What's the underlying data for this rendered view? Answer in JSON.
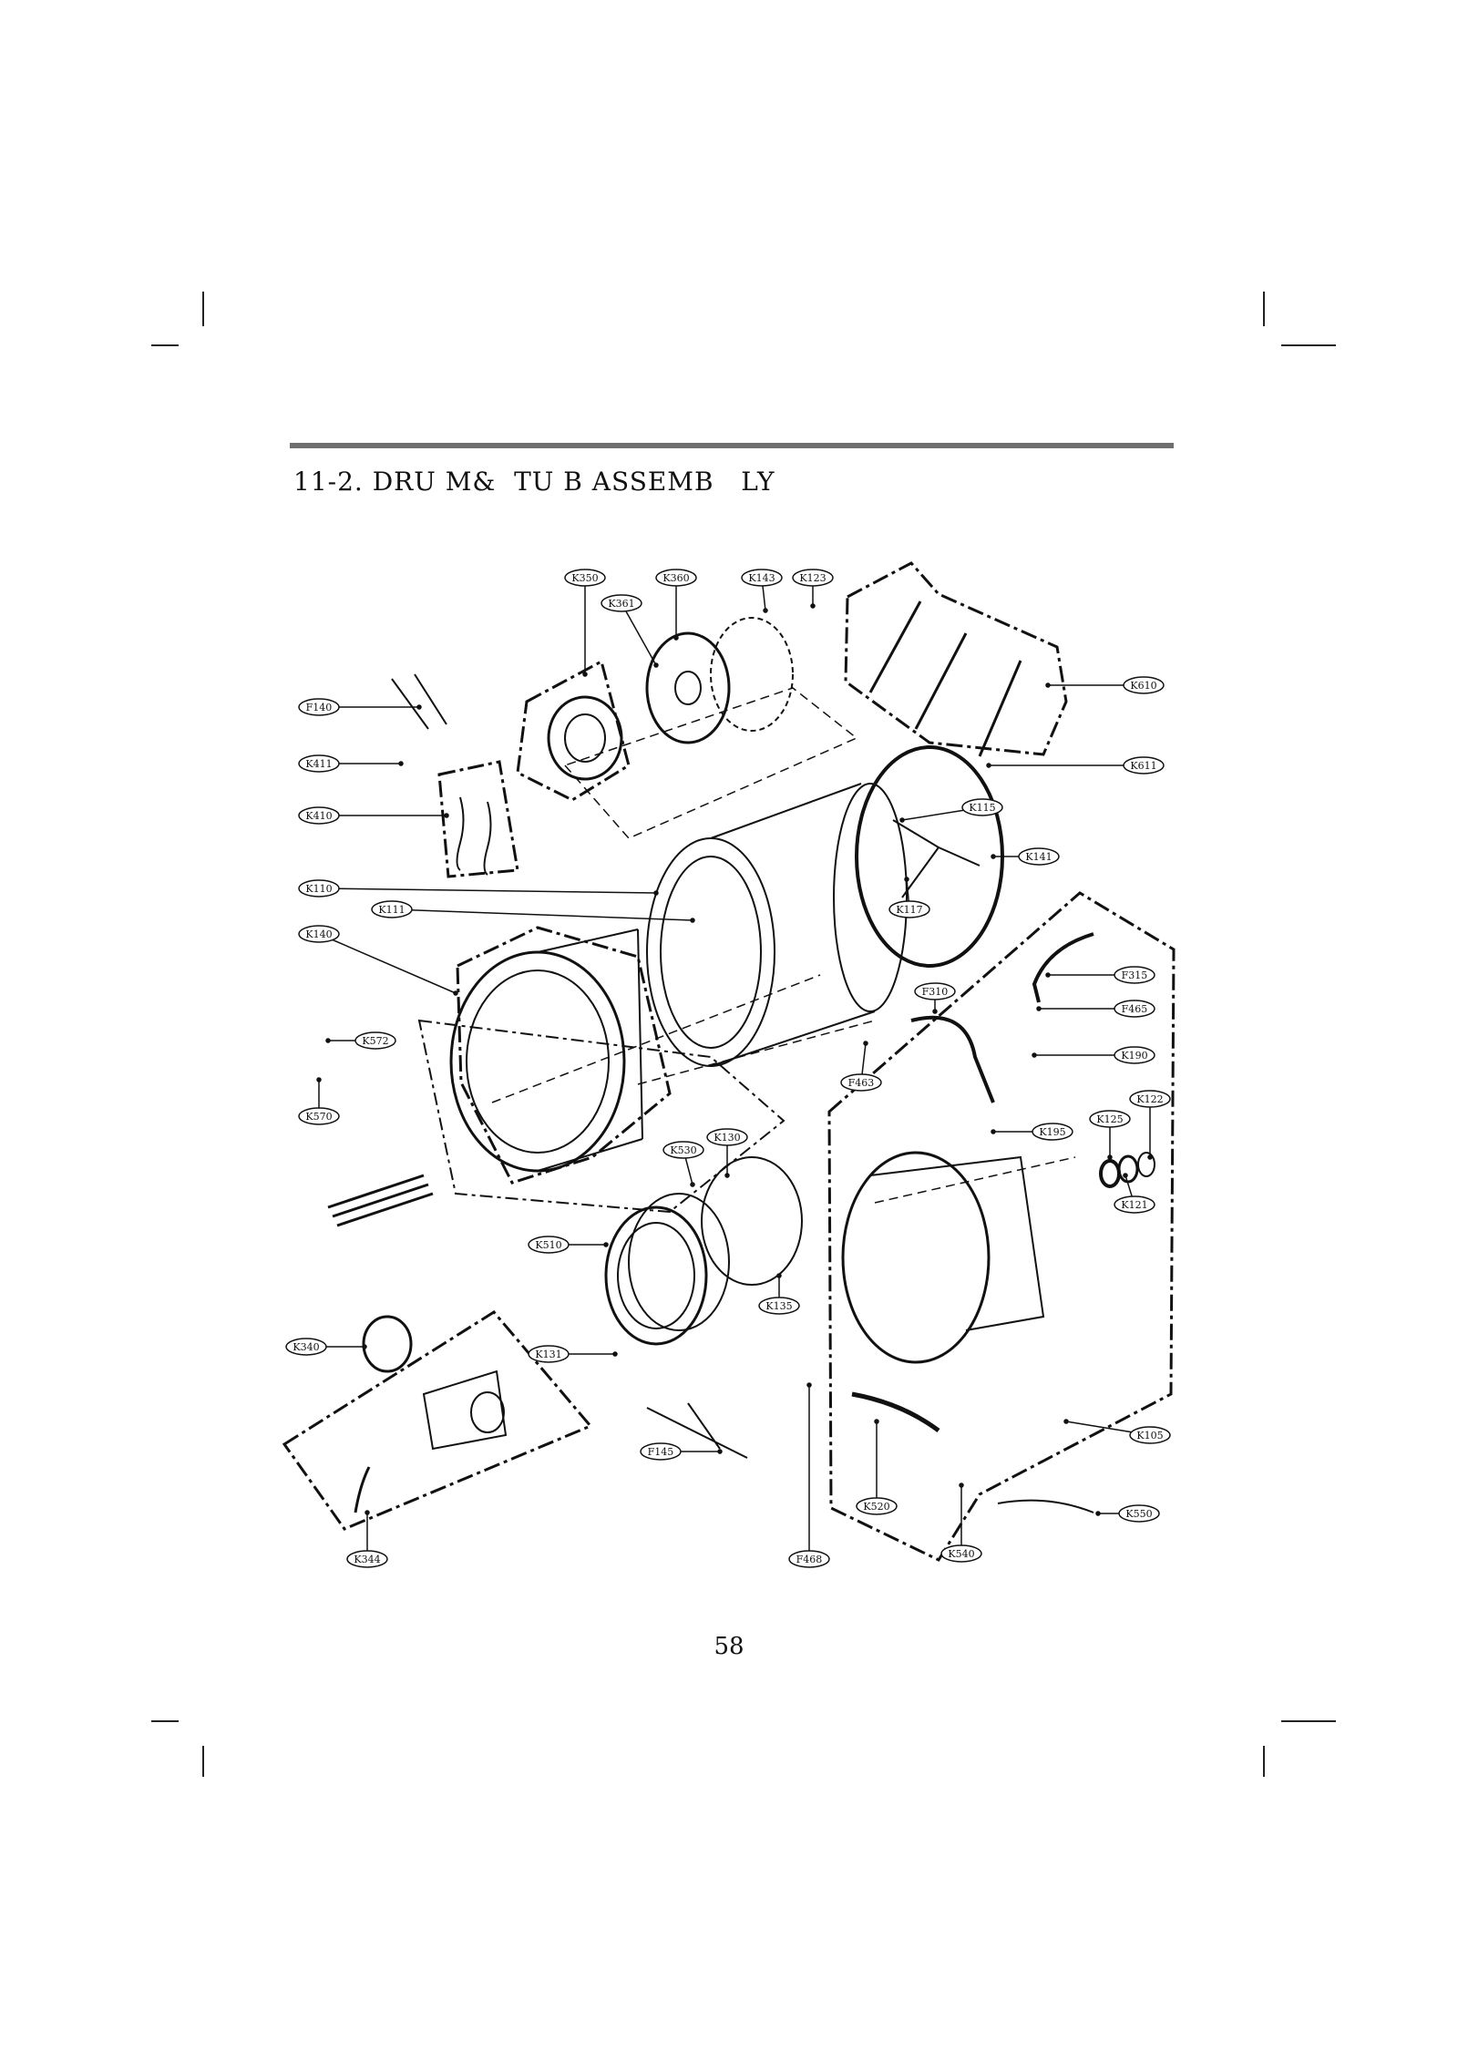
{
  "page": {
    "title": "11-2. DRU M&  TU B ASSEMB   LY",
    "page_number": "58"
  },
  "colors": {
    "ink": "#111111",
    "rule": "#6e6e6e"
  },
  "callouts": [
    {
      "id": "k350",
      "label": "K350"
    },
    {
      "id": "k360",
      "label": "K360"
    },
    {
      "id": "k143",
      "label": "K143"
    },
    {
      "id": "k123",
      "label": "K123"
    },
    {
      "id": "k361",
      "label": "K361"
    },
    {
      "id": "k610",
      "label": "K610"
    },
    {
      "id": "f140",
      "label": "F140"
    },
    {
      "id": "k611",
      "label": "K611"
    },
    {
      "id": "k411",
      "label": "K411"
    },
    {
      "id": "k115",
      "label": "K115"
    },
    {
      "id": "k410",
      "label": "K410"
    },
    {
      "id": "k141",
      "label": "K141"
    },
    {
      "id": "k110",
      "label": "K110"
    },
    {
      "id": "k117",
      "label": "K117"
    },
    {
      "id": "k111",
      "label": "K111"
    },
    {
      "id": "k140",
      "label": "K140"
    },
    {
      "id": "f315",
      "label": "F315"
    },
    {
      "id": "f310",
      "label": "F310"
    },
    {
      "id": "f465",
      "label": "F465"
    },
    {
      "id": "k572",
      "label": "K572"
    },
    {
      "id": "k190",
      "label": "K190"
    },
    {
      "id": "f463",
      "label": "F463"
    },
    {
      "id": "k122",
      "label": "K122"
    },
    {
      "id": "k570",
      "label": "K570"
    },
    {
      "id": "k125",
      "label": "K125"
    },
    {
      "id": "k195",
      "label": "K195"
    },
    {
      "id": "k130",
      "label": "K130"
    },
    {
      "id": "k530",
      "label": "K530"
    },
    {
      "id": "k121",
      "label": "K121"
    },
    {
      "id": "k510",
      "label": "K510"
    },
    {
      "id": "k135",
      "label": "K135"
    },
    {
      "id": "k340",
      "label": "K340"
    },
    {
      "id": "k131",
      "label": "K131"
    },
    {
      "id": "k105",
      "label": "K105"
    },
    {
      "id": "f145",
      "label": "F145"
    },
    {
      "id": "k520",
      "label": "K520"
    },
    {
      "id": "k550",
      "label": "K550"
    },
    {
      "id": "k344",
      "label": "K344"
    },
    {
      "id": "f468",
      "label": "F468"
    },
    {
      "id": "k540",
      "label": "K540"
    }
  ]
}
